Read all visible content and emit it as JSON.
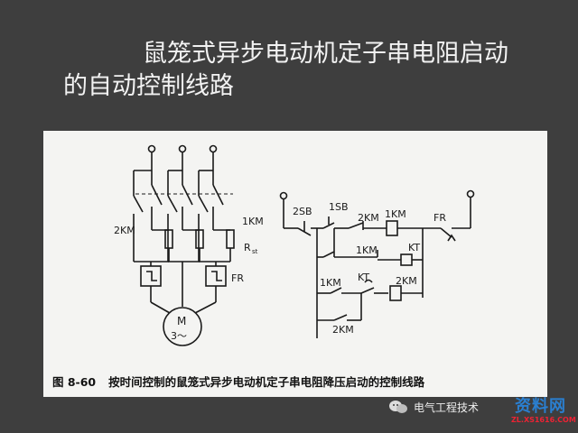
{
  "slide": {
    "title_line1": "鼠笼式异步电动机定子串电阻启动",
    "title_line2": "的自动控制线路"
  },
  "diagram": {
    "labels": {
      "km2_left": "2KM",
      "km1_left": "1KM",
      "r_left": "R",
      "r_sub": "st",
      "fr_left": "FR",
      "motor_m": "M",
      "motor_3": "3～",
      "sb2": "2SB",
      "sb1": "1SB",
      "km2_contact": "2KM",
      "km1_coil": "1KM",
      "fr_right": "FR",
      "km1_contact": "1KM",
      "kt_coil": "KT",
      "km1_hold": "1KM",
      "kt_contact": "KT",
      "km2_coil": "2KM",
      "km2_bottom": "2KM"
    },
    "caption_fig": "图 8-60",
    "caption_text": "按时间控制的鼠笼式异步电动机定子串电阻降压启动的控制线路"
  },
  "watermark": {
    "text": "电气工程技术",
    "logo_big": "资料网",
    "logo_small": "ZL.XS1616.COM"
  }
}
